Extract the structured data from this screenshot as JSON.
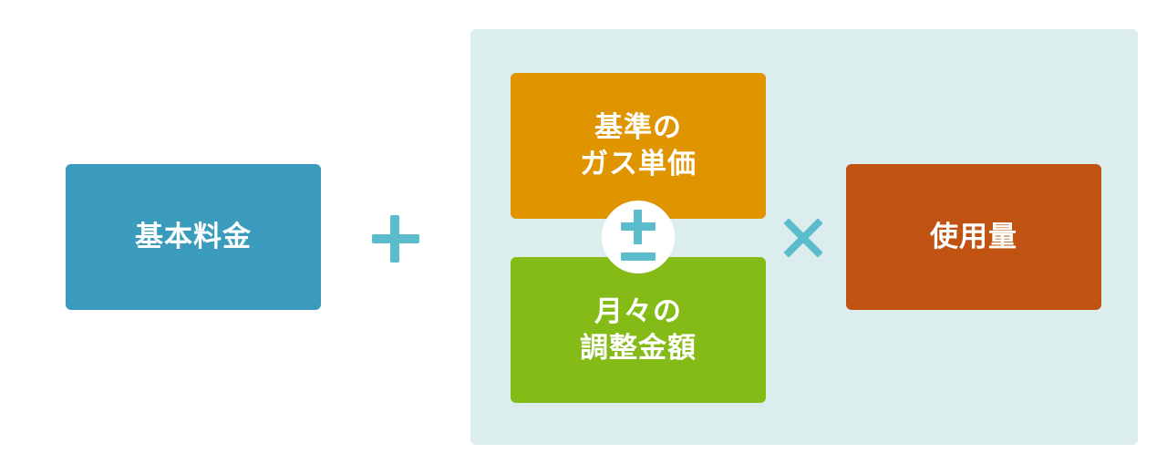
{
  "formula": {
    "base_fee": {
      "label": "基本料金",
      "color": "#3a9bbd"
    },
    "plus_operator": {
      "icon": "plus-icon",
      "color": "#5bbccc"
    },
    "group": {
      "background": "#dbeeed",
      "unit_price": {
        "label": "基準の\nガス単価",
        "color": "#e09400"
      },
      "plus_minus_operator": {
        "icon": "plus-minus-icon",
        "color": "#5bbccc"
      },
      "monthly_adjustment": {
        "label": "月々の\n調整金額",
        "color": "#84bb17"
      }
    },
    "times_operator": {
      "icon": "multiply-icon",
      "color": "#5bbccc"
    },
    "usage": {
      "label": "使用量",
      "color": "#c05312"
    }
  }
}
